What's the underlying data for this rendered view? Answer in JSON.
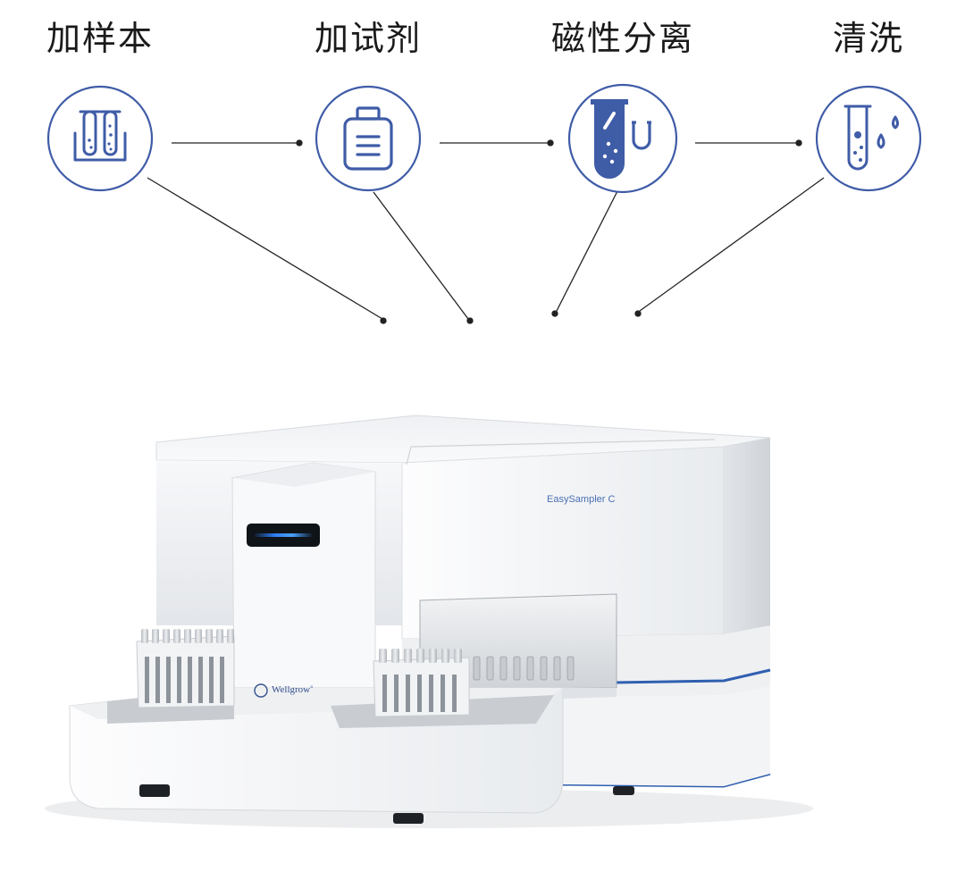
{
  "steps": [
    {
      "label": "加样本",
      "icon": "test-tubes-rack-icon"
    },
    {
      "label": "加试剂",
      "icon": "reagent-bottle-icon"
    },
    {
      "label": "磁性分离",
      "icon": "magnetic-separation-icon"
    },
    {
      "label": "清洗",
      "icon": "washing-tube-droplets-icon"
    }
  ],
  "instrument": {
    "model_name": "EasySampler C",
    "brand": "Wellgrow",
    "brand_mark": "°"
  },
  "colors": {
    "icon_blue": "#3f5ca7",
    "line": "#222222",
    "accent_stripe": "#2f5fb0",
    "display_glow": "#3a8cff"
  }
}
